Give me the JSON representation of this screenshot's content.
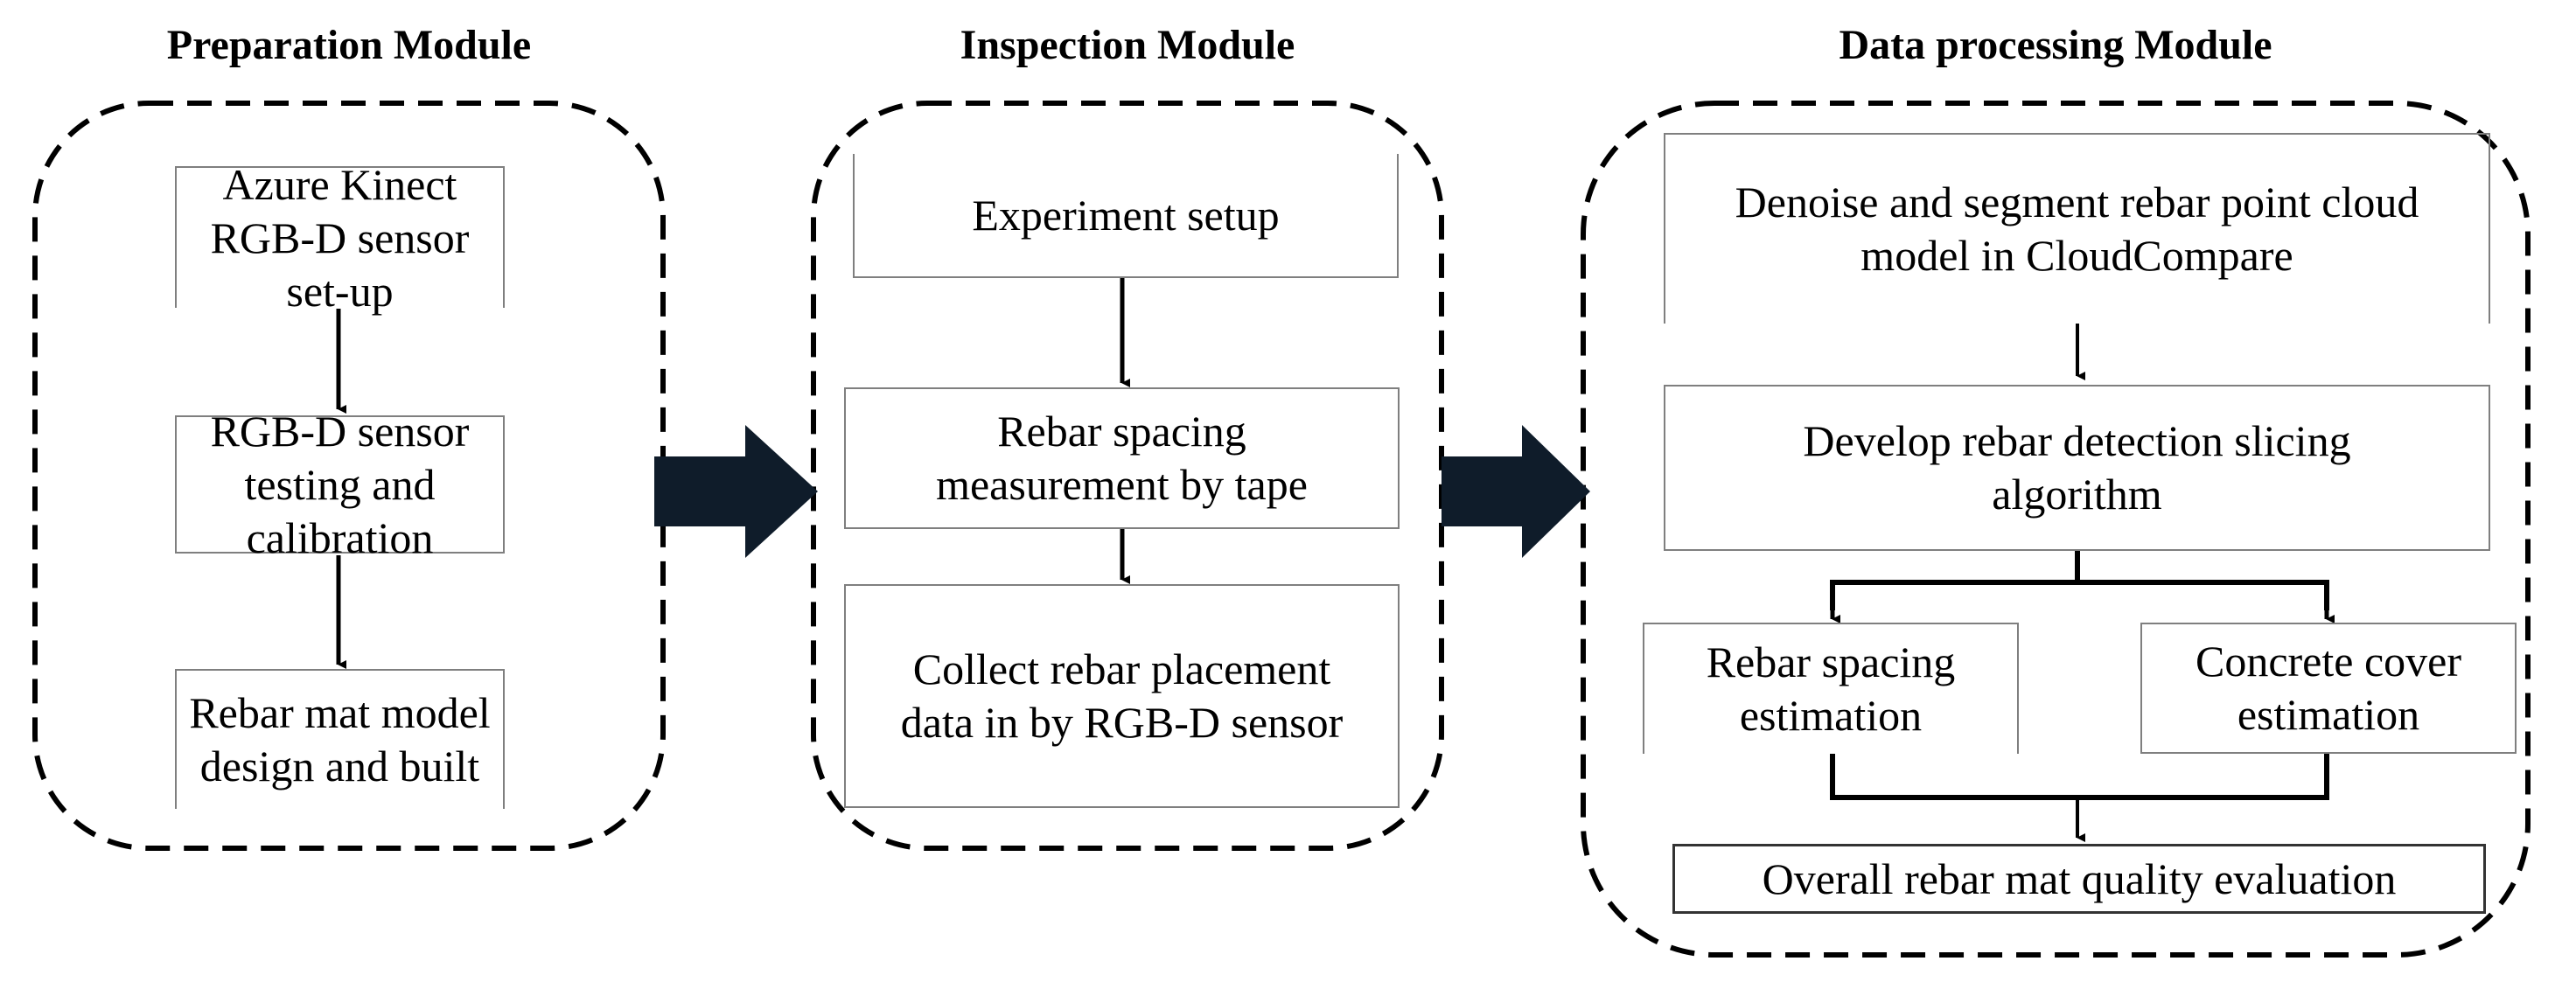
{
  "modules": [
    {
      "title": "Preparation Module",
      "steps": [
        "Azure Kinect RGB-D sensor set-up",
        "RGB-D sensor testing and calibration",
        "Rebar mat model design and built"
      ]
    },
    {
      "title": "Inspection Module",
      "steps": [
        "Experiment setup",
        "Rebar spacing measurement by tape",
        "Collect rebar placement data in by RGB-D sensor"
      ]
    },
    {
      "title": "Data processing Module",
      "steps": [
        "Denoise and segment rebar point cloud model in CloudCompare",
        "Develop rebar detection slicing algorithm",
        "Rebar spacing estimation",
        "Concrete cover estimation",
        "Overall rebar mat quality evaluation"
      ]
    }
  ],
  "colors": {
    "arrow": "#0f1c2a",
    "line": "#000000",
    "dashed_border": "#000000"
  }
}
